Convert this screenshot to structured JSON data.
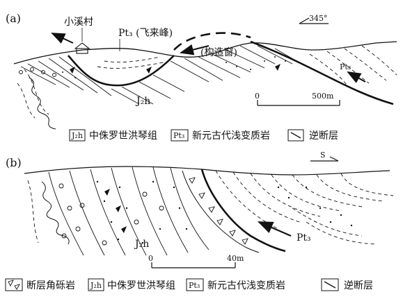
{
  "panel_a": {
    "label": "(a)",
    "village": "小溪村",
    "pt3_label": "Pt₃ (飞来峰)",
    "tectonic_window": "(构造窗)",
    "pt3_small": "Pt₃",
    "j2h": "J₂h",
    "orientation": "345°",
    "scale": {
      "start": "0",
      "end": "500m"
    }
  },
  "legend_a": [
    {
      "code": "J₂h",
      "text": "中侏罗世洪琴组"
    },
    {
      "code": "Pt₃",
      "text": "新元古代浅变质岩"
    },
    {
      "code": "fault-symbol",
      "text": "逆断层"
    }
  ],
  "panel_b": {
    "label": "(b)",
    "orientation": "S",
    "pt3": "Pt₃",
    "j2h": "J₂h",
    "scale": {
      "start": "0",
      "end": "40m"
    }
  },
  "legend_b": [
    {
      "code": "breccia-symbol",
      "text": "断层角砾岩"
    },
    {
      "code": "J₂h",
      "text": "中侏罗世洪琴组"
    },
    {
      "code": "Pt₃",
      "text": "新元古代浅变质岩"
    },
    {
      "code": "fault-symbol",
      "text": "逆断层"
    }
  ]
}
